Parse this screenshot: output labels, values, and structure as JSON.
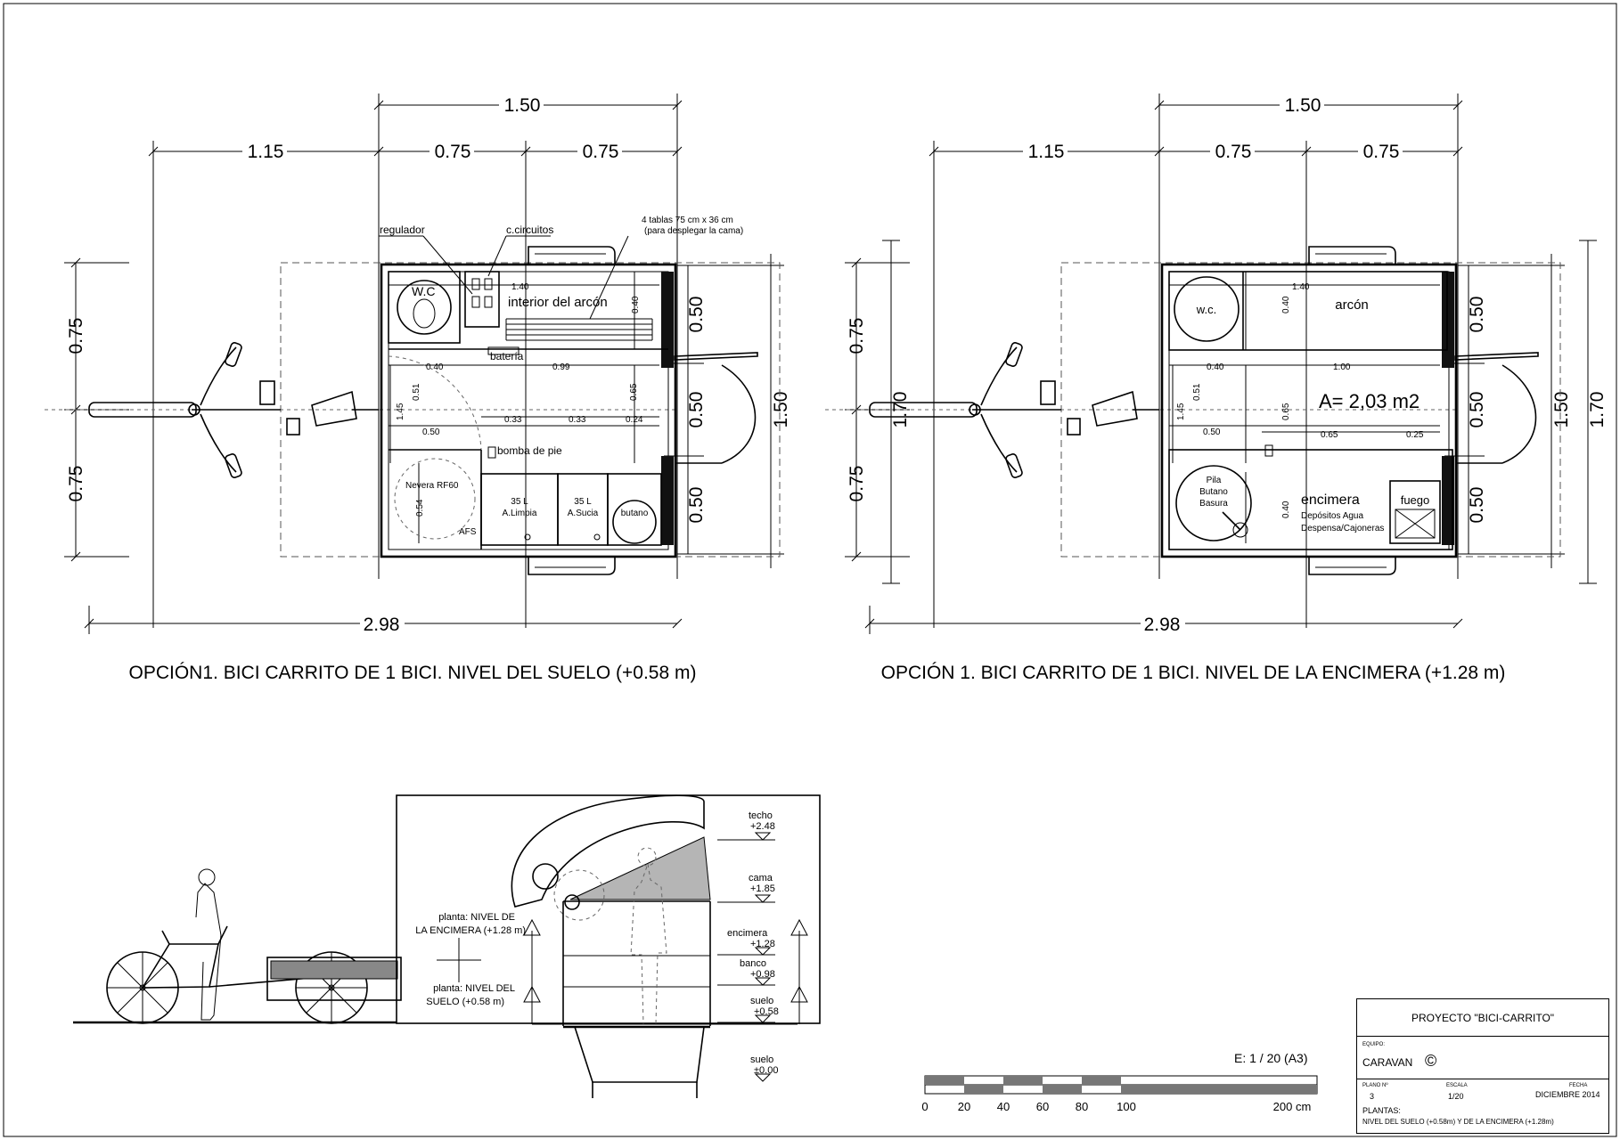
{
  "plan_left": {
    "caption": "OPCIÓN1. BICI CARRITO DE 1 BICI. NIVEL DEL SUELO (+0.58 m)",
    "dims_top": [
      "1.50",
      "1.15",
      "0.75",
      "0.75"
    ],
    "dims_left": [
      "0.75",
      "0.75"
    ],
    "dims_right": [
      "0.50",
      "0.50",
      "0.50",
      "1.50",
      "1.70"
    ],
    "dim_bottom": "2.98",
    "inner_dims": [
      "1.40",
      "0.40",
      "0.40",
      "0.99",
      "0.51",
      "1.45",
      "0.65",
      "0.50",
      "0.33",
      "0.33",
      "0.24",
      "0.54"
    ],
    "labels": {
      "regulador": "regulador",
      "ccircuitos": "c.circuitos",
      "tablas1": "4 tablas 75 cm x 36 cm",
      "tablas2": "(para desplegar la cama)",
      "wc": "W.C",
      "arcon": "interior del arcón",
      "bateria": "batería",
      "bomba": "bomba de pie",
      "nevera": "Nevera RF60",
      "afs": "AFS",
      "limpia_l": "35 L",
      "limpia": "A.Limpia",
      "sucia_l": "35 L",
      "sucia": "A.Sucia",
      "butano": "butano"
    }
  },
  "plan_right": {
    "caption": "OPCIÓN 1. BICI CARRITO DE 1 BICI. NIVEL DE LA ENCIMERA (+1.28 m)",
    "dims_top": [
      "1.50",
      "1.15",
      "0.75",
      "0.75"
    ],
    "dims_left": [
      "0.75",
      "0.75"
    ],
    "dims_right": [
      "0.50",
      "0.50",
      "0.50",
      "1.50",
      "1.70"
    ],
    "dim_bottom": "2.98",
    "inner_dims": [
      "1.40",
      "0.40",
      "0.40",
      "1.00",
      "0.51",
      "1.45",
      "0.65",
      "0.50",
      "0.65",
      "0.25",
      "0.40"
    ],
    "labels": {
      "wc": "w.c.",
      "arcon": "arcón",
      "area": "A= 2,03 m2",
      "pila1": "Pila",
      "pila2": "Butano",
      "pila3": "Basura",
      "encimera": "encimera",
      "depositos": "Depósitos Agua",
      "despensa": "Despensa/Cajoneras",
      "fuego": "fuego"
    }
  },
  "section": {
    "levels": [
      {
        "name": "techo",
        "value": "+2.48"
      },
      {
        "name": "cama",
        "value": "+1.85"
      },
      {
        "name": "encimera",
        "value": "+1.28"
      },
      {
        "name": "banco",
        "value": "+0.98"
      },
      {
        "name": "suelo",
        "value": "+0.58"
      },
      {
        "name": "suelo",
        "value": "±0.00"
      }
    ],
    "planta_enc_1": "planta: NIVEL DE",
    "planta_enc_2": "LA ENCIMERA (+1.28 m)",
    "planta_sue_1": "planta: NIVEL DEL",
    "planta_sue_2": "SUELO (+0.58 m)"
  },
  "scale": {
    "label": "E: 1 / 20 (A3)",
    "ticks": [
      "0",
      "20",
      "40",
      "60",
      "80",
      "100",
      "200 cm"
    ]
  },
  "titleblock": {
    "project": "PROYECTO \"BICI-CARRITO\"",
    "equipo_h": "EQUIPO:",
    "equipo": "CARAVAN",
    "copyright": "©",
    "plano_h": "PLANO Nº",
    "escala_h": "ESCALA",
    "fecha_h": "FECHA",
    "plano": "3",
    "escala": "1/20",
    "fecha": "DICIEMBRE 2014",
    "plantas": "PLANTAS:",
    "desc": "NIVEL DEL SUELO (+0.58m) Y DE LA ENCIMERA (+1.28m)"
  }
}
